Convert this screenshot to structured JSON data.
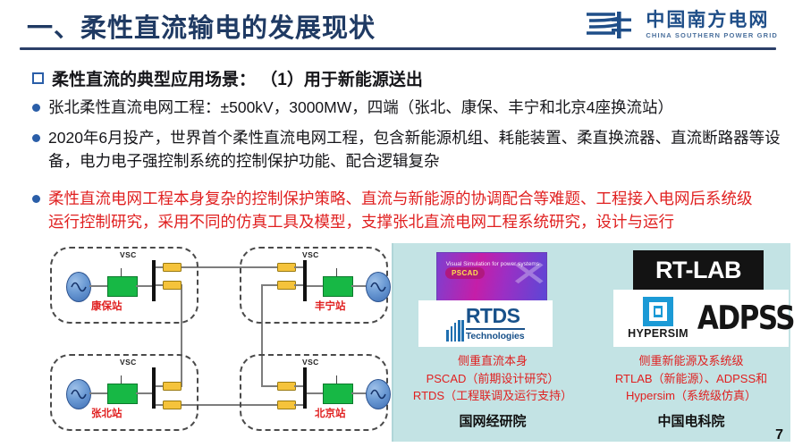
{
  "header": {
    "title": "一、柔性直流输电的发展现状",
    "logo_cn": "中国南方电网",
    "logo_en": "CHINA SOUTHERN POWER GRID"
  },
  "content": {
    "heading": "柔性直流的典型应用场景： （1）用于新能源送出",
    "bullets": [
      {
        "text": "张北柔性直流电网工程：±500kV，3000MW，四端（张北、康保、丰宁和北京4座换流站）",
        "color": "#16161a"
      },
      {
        "text": "2020年6月投产，世界首个柔性直流电网工程，包含新能源机组、耗能装置、柔直换流器、直流断路器等设备，电力电子强控制系统的控制保护功能、配合逻辑复杂",
        "color": "#16161a"
      },
      {
        "text": "柔性直流电网工程本身复杂的控制保护策略、直流与新能源的协调配合等难题、工程接入电网后系统级运行控制研究，采用不同的仿真工具及模型，支撑张北直流电网工程系统研究，设计与运行",
        "color": "#e02020"
      }
    ]
  },
  "diagram": {
    "converter_label": "VSC",
    "stations": [
      {
        "id": "kangbao",
        "name": "康保站"
      },
      {
        "id": "fengning",
        "name": "丰宁站"
      },
      {
        "id": "zhangbei",
        "name": "张北站"
      },
      {
        "id": "beijing",
        "name": "北京站"
      }
    ]
  },
  "panel": {
    "logos": {
      "pscad_name": "PSCAD",
      "pscad_tagline": "Visual Simulation for power systems",
      "rtds_name": "RTDS",
      "rtds_sub": "Technologies",
      "rtlab_name": "RT-LAB",
      "hypersim_name": "HYPERSIM",
      "adpss_name": "ADPSS"
    },
    "left_caption": {
      "line1": "侧重直流本身",
      "line2": "PSCAD（前期设计研究）",
      "line3": "RTDS（工程联调及运行支持）",
      "org": "国网经研院"
    },
    "right_caption": {
      "line1": "侧重新能源及系统级",
      "line2": "RTLAB（新能源）、ADPSS和",
      "line3": "Hypersim（系统级仿真）",
      "org": "中国电科院"
    },
    "bg_color": "#c3e3e4"
  },
  "page_number": "7"
}
